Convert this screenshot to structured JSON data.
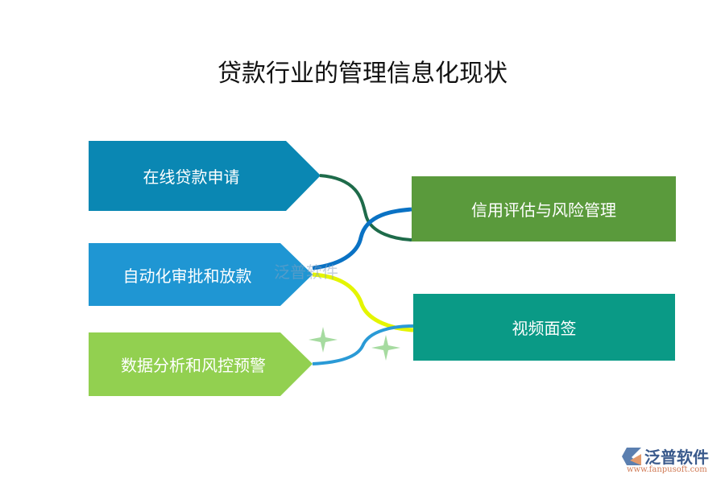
{
  "title": "贷款行业的管理信息化现状",
  "left_items": [
    {
      "label": "在线贷款申请",
      "color": "#0a87b3"
    },
    {
      "label": "自动化审批和放款",
      "color": "#1f96d3"
    },
    {
      "label": "数据分析和风控预警",
      "color": "#92d050"
    }
  ],
  "right_items": [
    {
      "label": "信用评估与风险管理",
      "color": "#5a9a3c"
    },
    {
      "label": "视频面签",
      "color": "#0a9a86"
    }
  ],
  "connector_colors": [
    "#1e6b4a",
    "#0a72c4",
    "#e4f500",
    "#2a9ad6"
  ],
  "watermark": "泛普软件",
  "logo": {
    "name": "泛普软件",
    "url": "www.fanpusoft.com"
  }
}
